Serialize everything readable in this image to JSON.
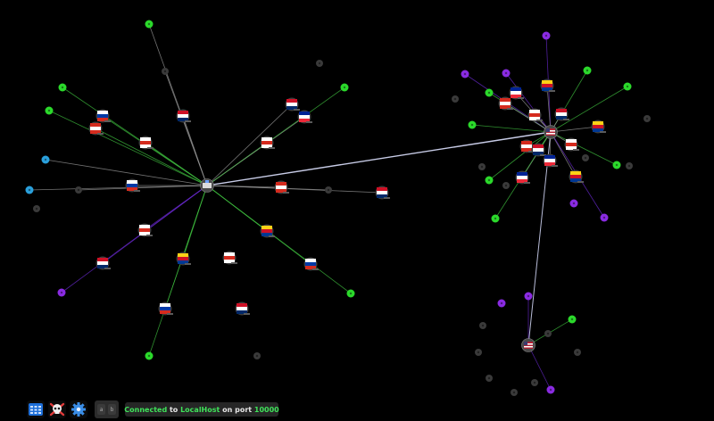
{
  "colors": {
    "background": "#000000",
    "edge_default": "#9a9a9a",
    "edge_green": "#3fbf3f",
    "edge_purple": "#6a2ad0",
    "node_green": "#2bd92b",
    "node_purple": "#8a2be2",
    "node_blue": "#2aa0dc",
    "node_gray": "#3a3a3a",
    "status_highlight": "#3fe35a"
  },
  "toolbar": {
    "buttons": [
      {
        "name": "table-view-button",
        "icon": "grid-icon"
      },
      {
        "name": "pirate-button",
        "icon": "skull-crossbones-icon"
      },
      {
        "name": "settings-button",
        "icon": "gear-icon"
      }
    ],
    "mini_buttons": [
      "a",
      "b"
    ]
  },
  "status": {
    "connected": "Connected",
    "to": " to ",
    "host": "LocalHost",
    "on_port": " on port ",
    "port": "10000"
  }
}
